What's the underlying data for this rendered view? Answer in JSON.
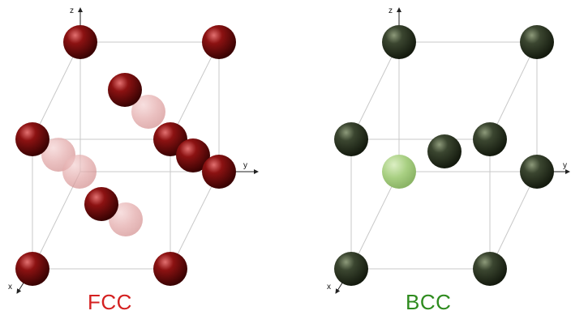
{
  "figures": [
    {
      "id": "fcc",
      "caption": "FCC",
      "caption_color": "#d42020",
      "atom_color": "#7a0c0c",
      "atom_highlight": "#e06060",
      "axis_labels": {
        "z": "z",
        "y": "y",
        "x": "x"
      }
    },
    {
      "id": "bcc",
      "caption": "BCC",
      "caption_color": "#2e8b1e",
      "atom_color": "#323d26",
      "atom_highlight": "#9aa888",
      "highlight_atom_color": "#a6cc7e",
      "axis_labels": {
        "z": "z",
        "y": "y",
        "x": "x"
      }
    }
  ],
  "colors": {
    "cube_edge": "#c8c8c8",
    "axis": "#222222",
    "background": "#ffffff"
  }
}
